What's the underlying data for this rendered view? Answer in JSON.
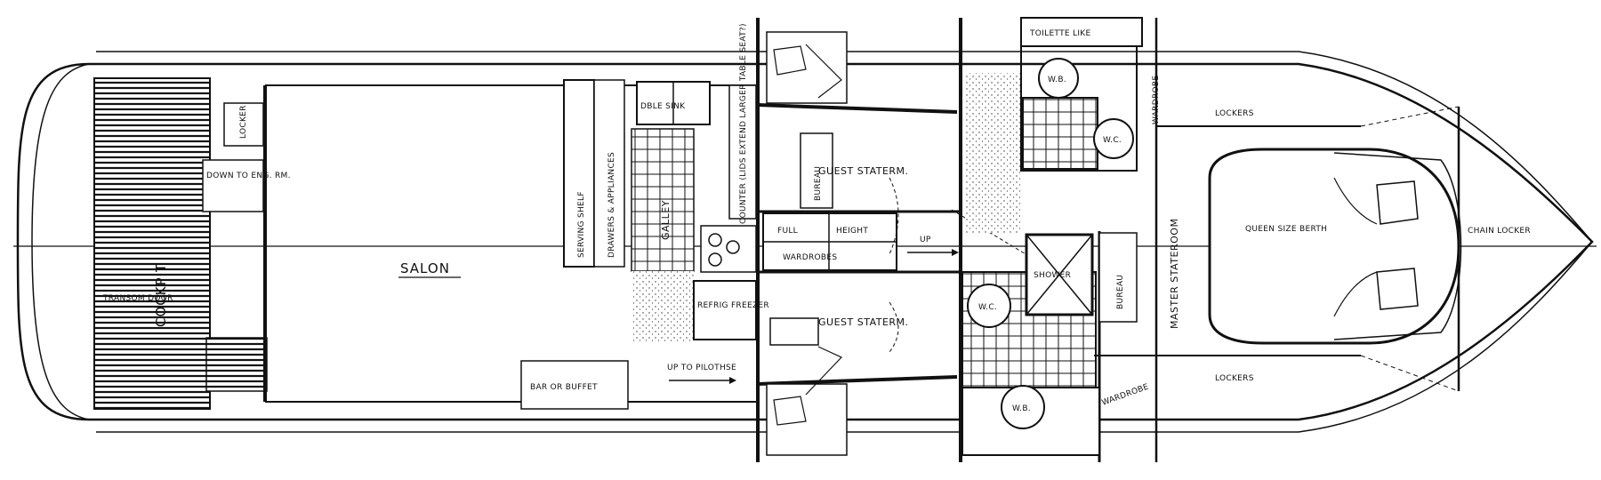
{
  "plan": {
    "ink_color": "#111111",
    "paper_color": "#ffffff",
    "labels": {
      "salon": "SALON",
      "cockpit": "COCKPIT",
      "transom_door": "TRANSOM DOOR",
      "down_to_eng_rm": "DOWN TO ENG. RM.",
      "locker_cockpit": "LOCKER",
      "bar_or_buffet": "BAR OR BUFFET",
      "up_to_pilothse": "UP TO PILOTHSE",
      "serving_shelf": "SERVING SHELF",
      "drawers_appliances": "DRAWERS & APPLIANCES",
      "galley": "GALLEY",
      "counter_note": "COUNTER (LIDS EXTEND LARGER TABLE SEAT?)",
      "dble_sink": "DBLE SINK",
      "refrig_freezer": "REFRIG FREEZER",
      "full": "FULL",
      "height": "HEIGHT",
      "wardrobes": "WARDROBES",
      "up": "UP",
      "guest_stateroom_top": "GUEST STATERM.",
      "guest_stateroom_bottom": "GUEST STATERM.",
      "bureau_top": "BUREAU",
      "bureau_mid": "BUREAU",
      "toilette_like": "TOILETTE LIKE",
      "wb_top": "W.B.",
      "wc_top": "W.C.",
      "wc_bottom": "W.C.",
      "wb_bottom": "W.B.",
      "shower": "SHOWER",
      "wardrobe_top": "WARDROBE",
      "wardrobe_bottom": "WARDROBE",
      "master_stateroom": "MASTER STATEROOM",
      "lockers_top": "LOCKERS",
      "lockers_bottom": "LOCKERS",
      "queen_size_berth": "QUEEN SIZE BERTH",
      "chain_locker": "CHAIN LOCKER"
    }
  }
}
